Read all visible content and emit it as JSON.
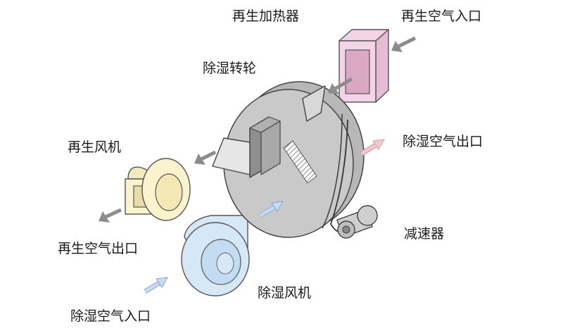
{
  "labels": {
    "regen_heater": "再生加热器",
    "regen_air_inlet": "再生空气入口",
    "desiccant_wheel": "除湿转轮",
    "regen_fan": "再生风机",
    "process_air_outlet": "除湿空气出口",
    "regen_air_outlet": "再生空气出口",
    "reducer": "减速器",
    "process_fan": "除湿风机",
    "process_air_inlet": "除湿空气入口"
  },
  "colors": {
    "heater_fill": "#f3d3e6",
    "regen_fan_fill": "#fbf3cd",
    "process_fan_fill": "#d6e8f8",
    "wheel_fill": "#c9c9c9",
    "process_arrow": "#c6dcf4",
    "outlet_arrow": "#f2c9d0",
    "regen_arrow": "#8c8c8c"
  }
}
